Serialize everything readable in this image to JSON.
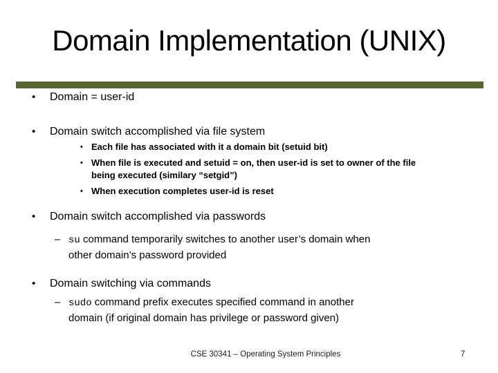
{
  "title": "Domain Implementation (UNIX)",
  "accent_color": "#586531",
  "markers": {
    "level1": "•",
    "level2": "•",
    "dash": "–"
  },
  "sections": [
    {
      "label": "Domain = user-id"
    },
    {
      "label": "Domain switch accomplished via file system",
      "subs": [
        {
          "l1": "Each file has associated with it a domain bit (setuid bit)"
        },
        {
          "l1": "When file is executed and setuid = on, then user-id is set to owner of the file",
          "l2": "being executed (similary “setgid”)"
        },
        {
          "l1": "When execution completes user-id is reset"
        }
      ]
    },
    {
      "label": "Domain switch accomplished via passwords",
      "sub": {
        "mono": "su",
        "rest": " command temporarily switches to another user’s domain when",
        "l2": "other domain’s password provided"
      }
    },
    {
      "label": "Domain switching via commands",
      "sub": {
        "mono": "sudo",
        "rest": " command prefix executes specified command in another",
        "l2": "domain (if original domain has privilege or password given)"
      }
    }
  ],
  "footer": "CSE 30341 – Operating System Principles",
  "page_number": "7"
}
